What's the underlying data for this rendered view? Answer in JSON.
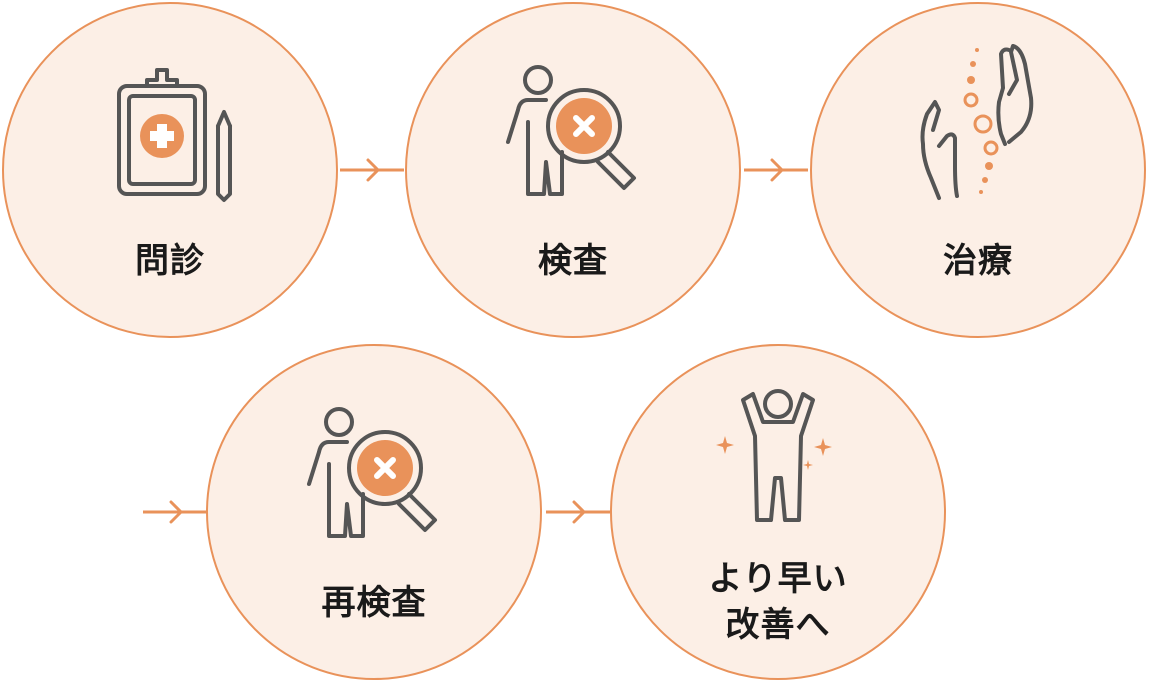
{
  "steps": [
    {
      "label": "問診",
      "icon": "clipboard-medical-icon"
    },
    {
      "label": "検査",
      "icon": "person-magnifier-icon"
    },
    {
      "label": "治療",
      "icon": "hands-spine-icon"
    },
    {
      "label": "再検査",
      "icon": "person-magnifier-icon"
    },
    {
      "label_lines": [
        "より早い",
        "改善へ"
      ],
      "icon": "person-cheering-icon"
    }
  ],
  "colors": {
    "accent": "#e9925a",
    "circle_fill": "#fcefe6",
    "icon_stroke": "#555555",
    "text": "#1a1a1a"
  }
}
